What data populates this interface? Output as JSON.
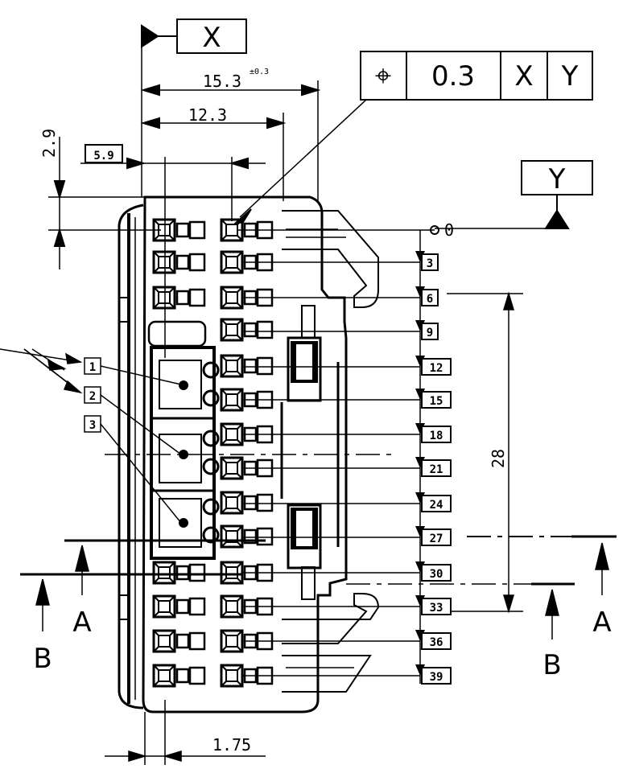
{
  "datum_x": "X",
  "datum_y": "Y",
  "datums": {
    "a": "A",
    "b": "B"
  },
  "dimensions": {
    "width_total": "15.3",
    "width_tol": "±0.3",
    "width_inner": "12.3",
    "offset_top": "2.9",
    "basic_59": "5.9",
    "pitch_bottom": "1.75",
    "height_28": "28",
    "origin": "0"
  },
  "fcf": {
    "symbol": "⌖",
    "tolerance": "0.3",
    "ref1": "X",
    "ref2": "Y"
  },
  "callouts": [
    "1",
    "2",
    "3"
  ],
  "cavity_labels": [
    "3",
    "6",
    "9",
    "12",
    "15",
    "18",
    "21",
    "24",
    "27",
    "30",
    "33",
    "36",
    "39"
  ]
}
